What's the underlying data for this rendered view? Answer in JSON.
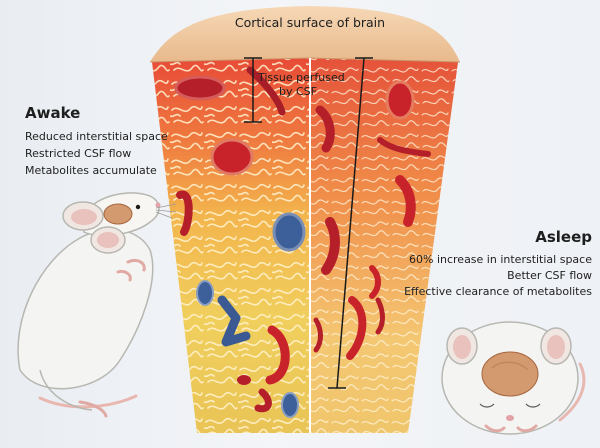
{
  "top_label": "Cortical surface of brain",
  "csf_label": [
    "Tissue perfused",
    "by CSF"
  ],
  "awake": {
    "title": "Awake",
    "lines": [
      "Reduced interstitial space",
      "Restricted CSF flow",
      "Metabolites accumulate"
    ]
  },
  "asleep": {
    "title": "Asleep",
    "lines": [
      "60% increase in interstitial space",
      "Better CSF flow",
      "Effective clearance of metabolites"
    ]
  },
  "colors": {
    "surface_tan": "#f0c9a0",
    "tissue_red": "#e8503a",
    "tissue_orange": "#f29b46",
    "tissue_yellow": "#f2cf5a",
    "vessel_dark_red": "#b51f2a",
    "vessel_blue": "#3d5f9a",
    "mouse_white": "#f4f4f2"
  }
}
